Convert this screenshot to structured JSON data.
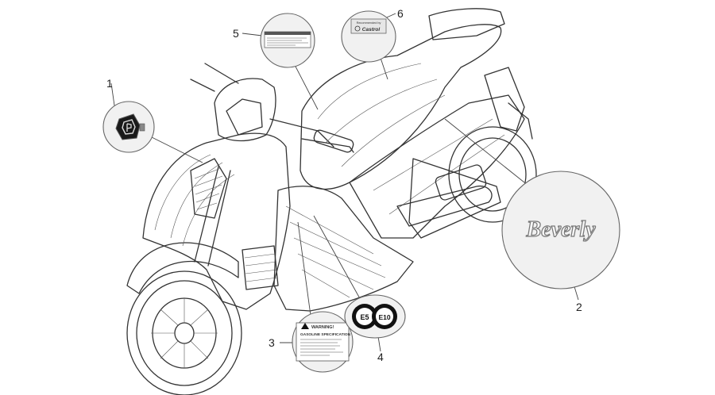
{
  "callouts": {
    "c1": "1",
    "c2": "2",
    "c3": "3",
    "c4": "4",
    "c5": "5",
    "c6": "6"
  },
  "decals": {
    "brand_wordmark": "Beverly",
    "fuel_badge_left": "E5",
    "fuel_badge_right": "E10",
    "warning_title": "WARNING!",
    "warning_subtitle": "GASOLINE SPECIFICATION",
    "oil_brand": "Castrol",
    "oil_caption": "Recommended by"
  },
  "colors": {
    "line": "#333333",
    "bubble_fill": "#f1f1f1",
    "badge_dark": "#1a1a1a"
  }
}
